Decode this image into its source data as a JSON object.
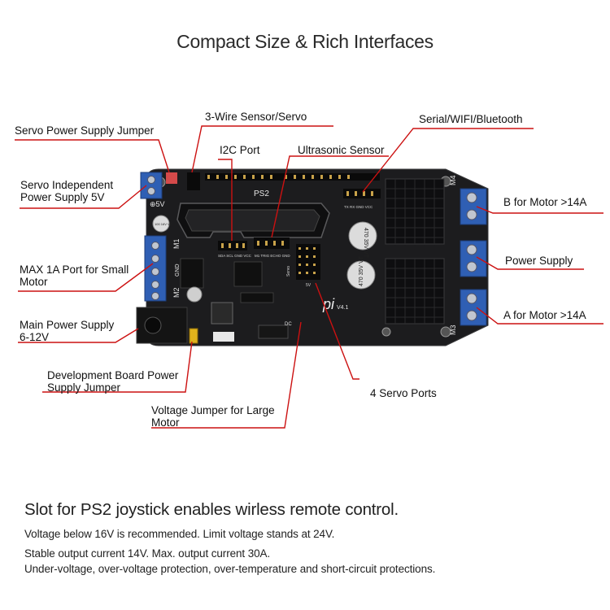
{
  "title": "Compact Size & Rich Interfaces",
  "callouts": {
    "servo_power_jumper": "Servo Power Supply Jumper",
    "three_wire": "3-Wire Sensor/Servo",
    "serial": "Serial/WIFI/Bluetooth",
    "i2c": "I2C Port",
    "ultrasonic": "Ultrasonic Sensor",
    "servo_independent": "Servo Independent Power Supply 5V",
    "b_motor": "B for Motor >14A",
    "power_supply": "Power Supply",
    "max_1a": "MAX 1A Port for Small Motor",
    "a_motor": "A for Motor >14A",
    "main_power": "Main Power Supply 6-12V",
    "servo_ports": "4 Servo Ports",
    "dev_board_jumper": "Development Board Power Supply Jumper",
    "voltage_jumper": "Voltage Jumper for Large Motor"
  },
  "pcb_labels": {
    "ps2": "PS2",
    "m4": "M4",
    "m3": "M3",
    "m1": "M1",
    "m2": "M2",
    "gnd": "GND",
    "plus5v": "⊕5V",
    "cap1": "470 35V VT",
    "cap2": "470 35V VT",
    "cap_small": "100 16V VT",
    "logo": "pi",
    "version": "V4.1",
    "header_tx": "TX  RX  GND VCC",
    "header_i2c": "SDA SCL GND VCC",
    "header_us": "M1 TRIG ECHO GND",
    "servo": "Servo",
    "fiveV": "5V",
    "dc": "DC"
  },
  "bottom": {
    "headline": "Slot for PS2 joystick enables wirless remote control.",
    "lines": [
      "Voltage below 16V is recommended. Limit voltage stands at 24V.",
      "Stable output current 14V. Max. output current 30A.",
      "Under-voltage, over-voltage protection, over-temperature and short-circuit protections."
    ]
  },
  "colors": {
    "leader": "#cc1111",
    "pcb": "#1b1b1d",
    "pcb_edge": "#2a2a2c",
    "terminal": "#2f5fb4",
    "heatsink": "#121214",
    "cap": "#d9d9d9",
    "header": "#0c0c0c"
  }
}
